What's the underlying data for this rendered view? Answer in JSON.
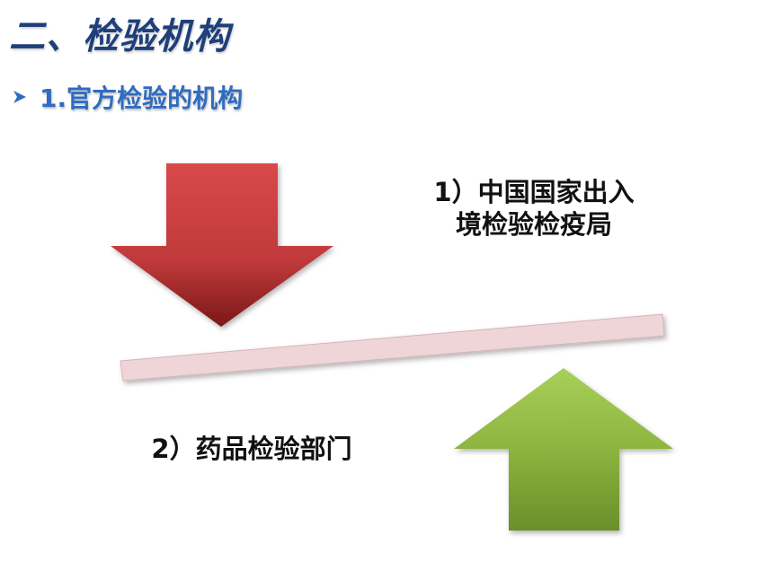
{
  "slide": {
    "title": "二、检验机构",
    "subtitle": "1.官方检验的机构",
    "bullet_icon": "arrowhead-bullet-icon"
  },
  "labels": {
    "label_1": "1）中国国家出入境检验检疫局",
    "label_2": "2）药品检验部门"
  },
  "colors": {
    "title": "#1f3f7a",
    "subtitle": "#2f6cc0",
    "down_arrow": "#c0393a",
    "up_arrow": "#8db43f",
    "bar": "#f0d5d8"
  }
}
